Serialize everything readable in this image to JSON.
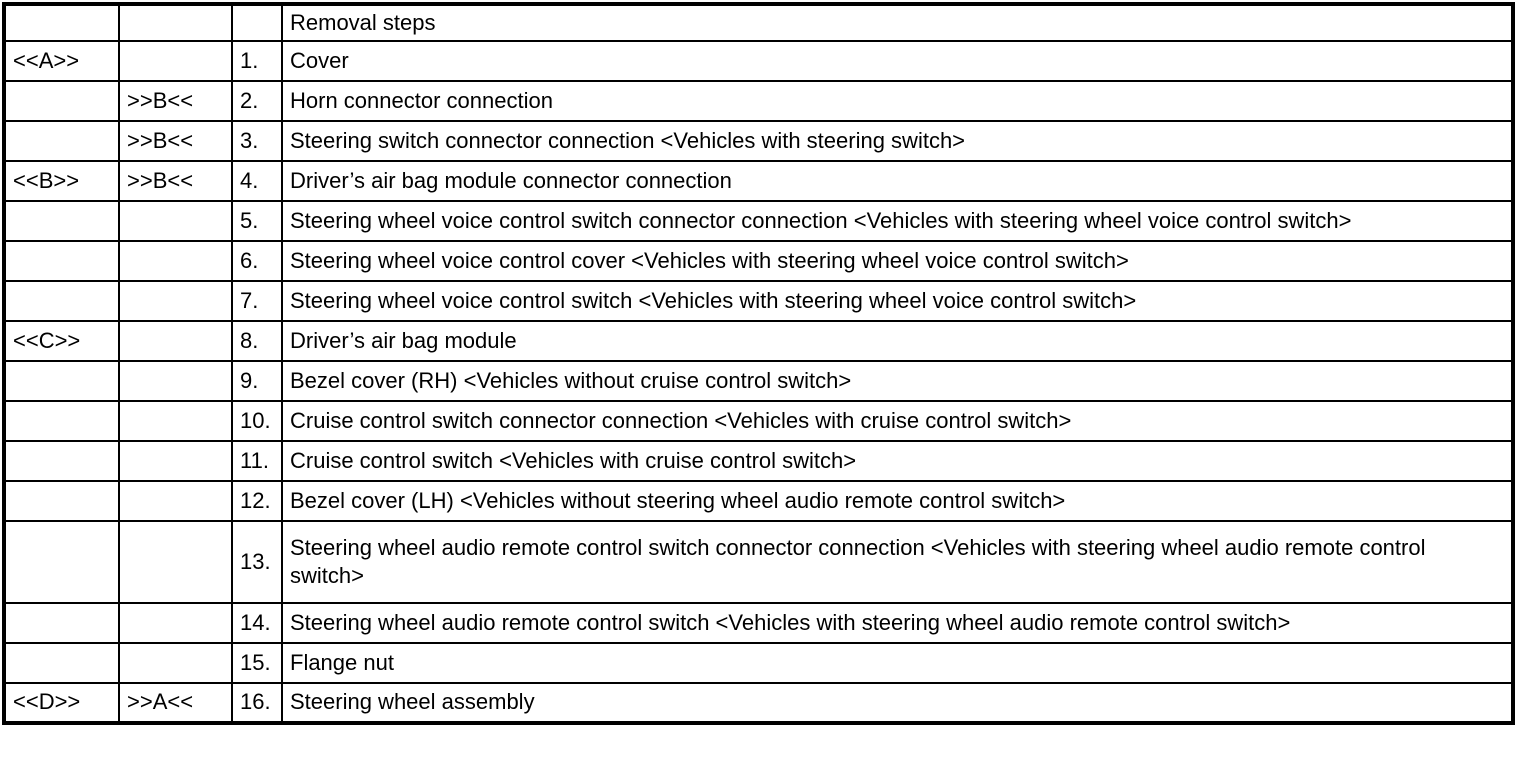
{
  "page": {
    "background_color": "#ffffff",
    "border_color": "#000000",
    "text_color": "#000000"
  },
  "table": {
    "title": "Removal steps",
    "header": {
      "marker1": "",
      "marker2": "",
      "number": ""
    },
    "rows": [
      {
        "marker1": "<<A>>",
        "marker2": "",
        "num": "1.",
        "desc": "Cover",
        "tall": false
      },
      {
        "marker1": "",
        "marker2": ">>B<<",
        "num": "2.",
        "desc": "Horn connector connection",
        "tall": false
      },
      {
        "marker1": "",
        "marker2": ">>B<<",
        "num": "3.",
        "desc": "Steering switch connector connection <Vehicles with steering switch>",
        "tall": false
      },
      {
        "marker1": "<<B>>",
        "marker2": ">>B<<",
        "num": "4.",
        "desc": "Driver’s air bag module connector connection",
        "tall": false
      },
      {
        "marker1": "",
        "marker2": "",
        "num": "5.",
        "desc": "Steering wheel voice control switch connector connection <Vehicles with steering wheel voice control switch>",
        "tall": false
      },
      {
        "marker1": "",
        "marker2": "",
        "num": "6.",
        "desc": "Steering wheel voice control cover <Vehicles with steering wheel voice control switch>",
        "tall": false
      },
      {
        "marker1": "",
        "marker2": "",
        "num": "7.",
        "desc": "Steering wheel voice control switch <Vehicles with steering wheel voice control switch>",
        "tall": false
      },
      {
        "marker1": "<<C>>",
        "marker2": "",
        "num": "8.",
        "desc": "Driver’s air bag module",
        "tall": false
      },
      {
        "marker1": "",
        "marker2": "",
        "num": "9.",
        "desc": "Bezel cover (RH) <Vehicles without cruise control switch>",
        "tall": false
      },
      {
        "marker1": "",
        "marker2": "",
        "num": "10.",
        "desc": "Cruise control switch connector connection <Vehicles with cruise control switch>",
        "tall": false
      },
      {
        "marker1": "",
        "marker2": "",
        "num": "11.",
        "desc": "Cruise control switch <Vehicles with cruise control switch>",
        "tall": false
      },
      {
        "marker1": "",
        "marker2": "",
        "num": "12.",
        "desc": "Bezel cover (LH) <Vehicles without steering wheel audio remote control switch>",
        "tall": false
      },
      {
        "marker1": "",
        "marker2": "",
        "num": "13.",
        "desc": "Steering wheel audio remote control switch connector connection <Vehicles with steering wheel audio remote control switch>",
        "tall": true
      },
      {
        "marker1": "",
        "marker2": "",
        "num": "14.",
        "desc": "Steering wheel audio remote control switch <Vehicles with steering wheel audio remote control switch>",
        "tall": false
      },
      {
        "marker1": "",
        "marker2": "",
        "num": "15.",
        "desc": "Flange nut",
        "tall": false
      },
      {
        "marker1": "<<D>>",
        "marker2": ">>A<<",
        "num": "16.",
        "desc": "Steering wheel assembly",
        "tall": false
      }
    ]
  }
}
